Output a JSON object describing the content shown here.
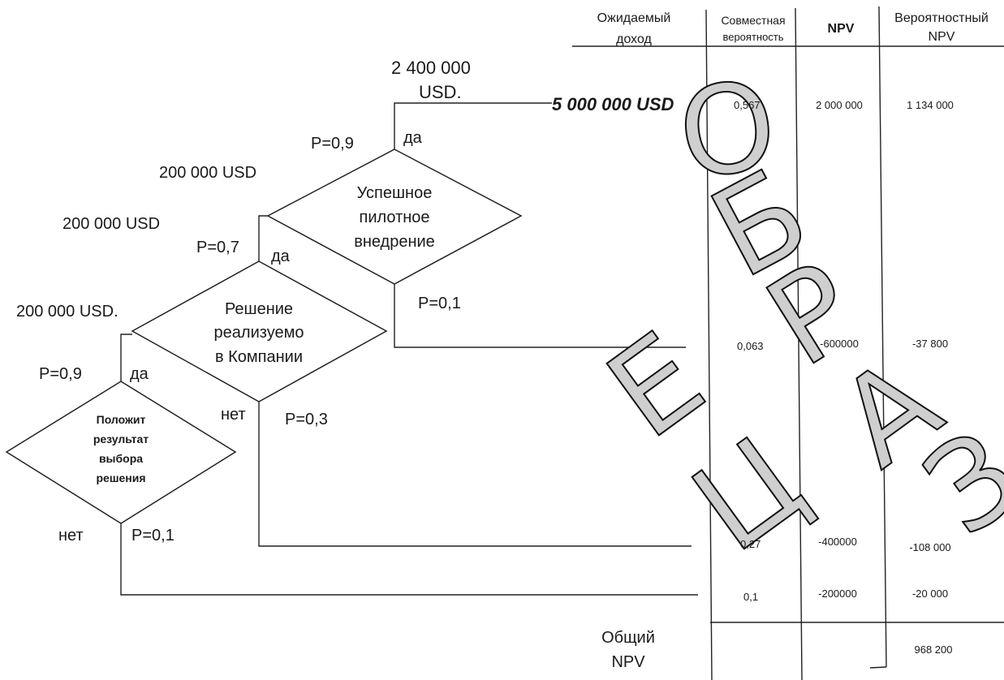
{
  "table": {
    "headers": {
      "expected_income": [
        "Ожидаемый",
        "доход"
      ],
      "joint_probability": [
        "Совместная",
        "вероятность"
      ],
      "npv": "NPV",
      "probabilistic_npv": [
        "Вероятностный",
        "NPV"
      ]
    },
    "rows": [
      {
        "expected_income": "5  000 000 USD",
        "joint_probability": "0,567",
        "npv": "2 000 000",
        "probabilistic_npv": "1 134 000"
      },
      {
        "joint_probability": "0,063",
        "npv": "-600000",
        "probabilistic_npv": "-37 800"
      },
      {
        "joint_probability": "0,27",
        "npv": "-400000",
        "probabilistic_npv": "-108 000"
      },
      {
        "joint_probability": "0,1",
        "npv": "-200000",
        "probabilistic_npv": "-20 000"
      }
    ],
    "total": {
      "label": [
        "Общий",
        "NPV"
      ],
      "value": "968 200"
    }
  },
  "decisions": [
    {
      "lines": [
        "Положит",
        "результат",
        "выбора",
        "решения"
      ]
    },
    {
      "lines": [
        "Решение",
        "реализуемо",
        "в Компании"
      ]
    },
    {
      "lines": [
        "Успешное",
        "пилотное",
        "внедрение"
      ]
    }
  ],
  "costs": {
    "stage1": "200 000 USD.",
    "stage2": "200 000 USD",
    "stage3": "200 000 USD",
    "stage4": [
      "2 400 000",
      "USD."
    ]
  },
  "branches": {
    "b1_yes_p": "P=0,9",
    "b1_yes": "да",
    "b1_no": "нет",
    "b1_no_p": "P=0,1",
    "b2_yes_p": "P=0,7",
    "b2_yes": "да",
    "b2_no": "нет",
    "b2_no_p": "P=0,3",
    "b3_yes_p": "P=0,9",
    "b3_yes": "да",
    "b3_no_p": "P=0,1"
  },
  "watermark": [
    "О",
    "Б",
    "Р",
    "А",
    "З",
    "Е",
    "Ц"
  ]
}
